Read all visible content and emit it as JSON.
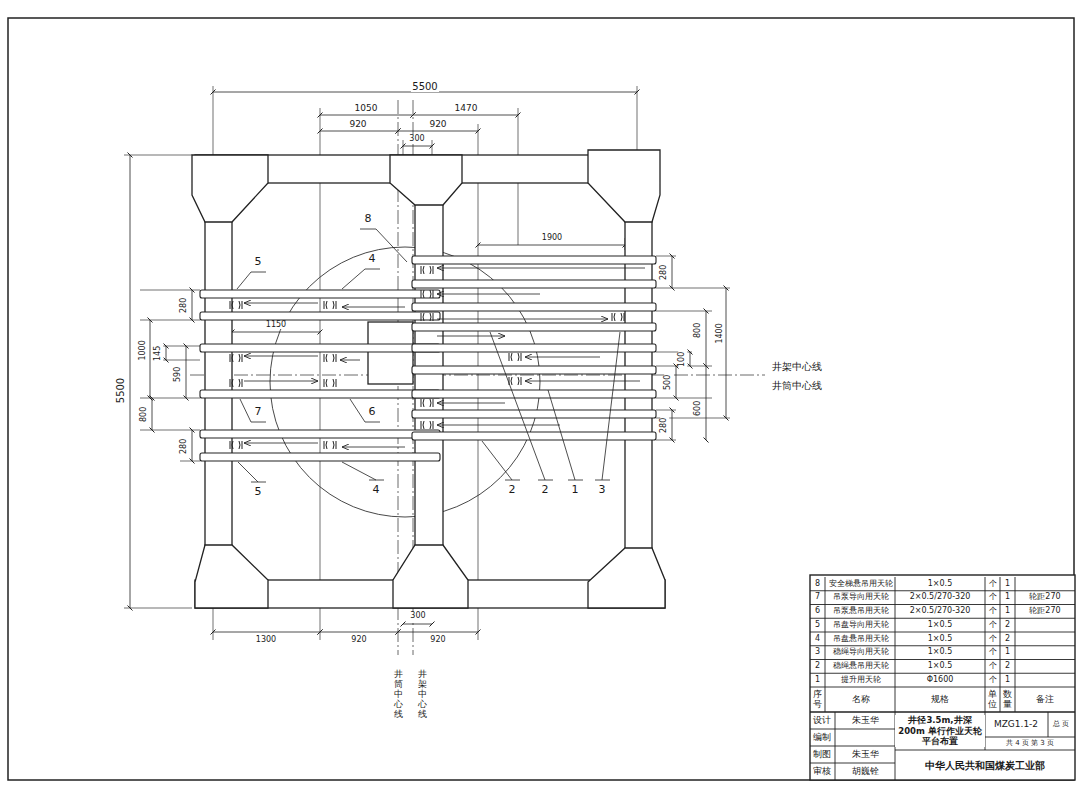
{
  "diagram": {
    "title": "井径3.5m,井深200m 单行作业天轮平台布置",
    "labels": [
      "5500",
      "1050",
      "1470",
      "920",
      "920",
      "300",
      "1900",
      "8",
      "5",
      "4",
      "280",
      "280",
      "1400",
      "1150",
      "1000",
      "800",
      "145",
      "100",
      "590",
      "500",
      "井架中心线",
      "井筒中心线",
      "5500",
      "600",
      "800",
      "7",
      "6",
      "280",
      "280",
      "5",
      "4",
      "2",
      "2",
      "1",
      "3",
      "300",
      "1300",
      "920",
      "920",
      "井筒中心线",
      "井架中心线",
      "8",
      "安全梯悬吊用天轮",
      "1×0.5",
      "个",
      "1",
      "7",
      "吊泵导向用天轮",
      "2×0.5/270-320",
      "个",
      "1",
      "轮距270",
      "6",
      "吊泵悬吊用天轮",
      "2×0.5/270-320",
      "个",
      "1",
      "轮距270",
      "5",
      "吊盘导向用天轮",
      "1×0.5",
      "个",
      "2",
      "4",
      "吊盘悬吊用天轮",
      "1×0.5",
      "个",
      "2",
      "3",
      "稳绳导向用天轮",
      "1×0.5",
      "个",
      "1",
      "2",
      "稳绳悬吊用天轮",
      "1×0.5",
      "个",
      "2",
      "1",
      "提升用天轮",
      "Φ1600",
      "个",
      "1",
      "序号",
      "名称",
      "规格",
      "单位",
      "数量",
      "备注",
      "设计",
      "朱玉华",
      "编制",
      "制图",
      "朱玉华",
      "审核",
      "胡巍铨",
      "MZG1.1-2",
      "总 页",
      "共 4 页 第 3 页",
      "中华人民共和国煤炭工业部"
    ]
  }
}
